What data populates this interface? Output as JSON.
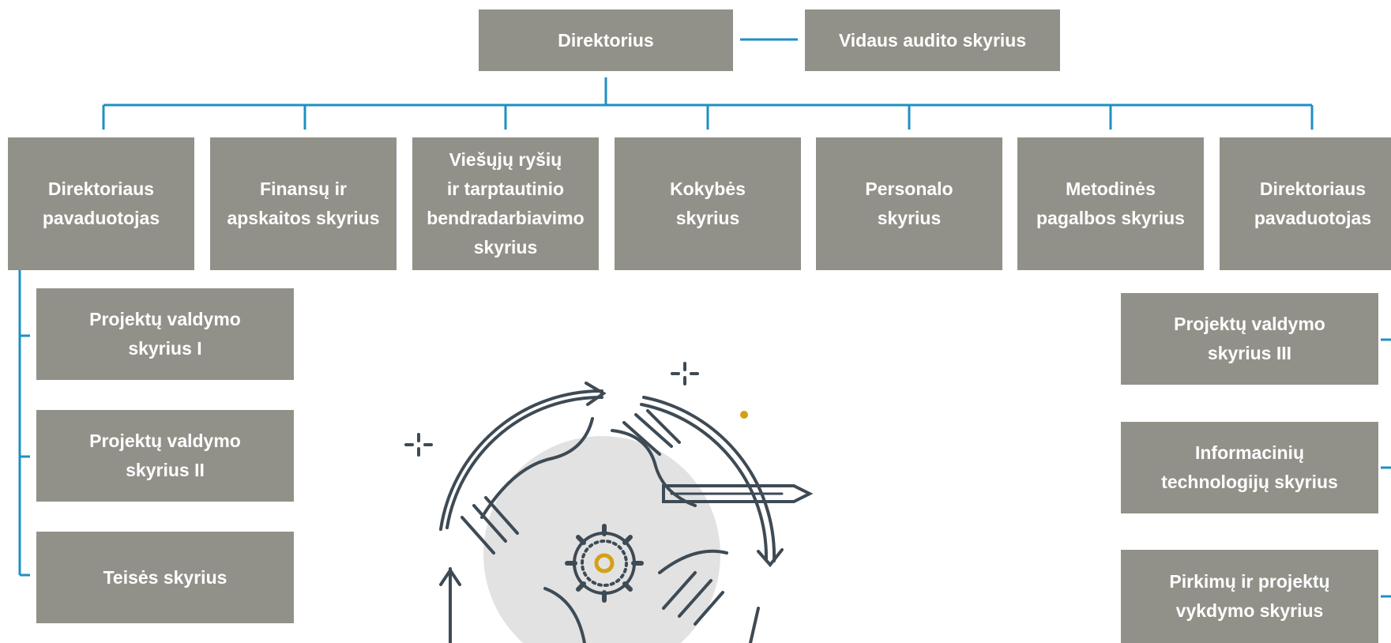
{
  "chart": {
    "top": {
      "director": "Direktorius",
      "audit": "Vidaus audito skyrius"
    },
    "second_level": [
      "Direktoriaus\npavaduotojas",
      "Finansų ir\napskaitos skyrius",
      "Viešųjų ryšių\nir tarptautinio\nbendradarbiavimo\nskyrius",
      "Kokybės\nskyrius",
      "Personalo\nskyrius",
      "Metodinės\npagalbos skyrius",
      "Direktoriaus\npavaduotojas"
    ],
    "left_branch": [
      "Projektų valdymo\nskyrius I",
      "Projektų valdymo\nskyrius II",
      "Teisės skyrius"
    ],
    "right_branch": [
      "Projektų valdymo\nskyrius III",
      "Informacinių\ntechnologijų skyrius",
      "Pirkimų ir projektų\nvykdymo skyrius"
    ]
  },
  "colors": {
    "box_fill": "#929189",
    "box_text": "#ffffff",
    "connector": "#1f8fc6",
    "illustration_line": "#3e4a54",
    "illustration_fill": "#e2e2e2",
    "accent": "#d4a016"
  },
  "illustration": {
    "icon": "teamwork-hands-gear-icon"
  }
}
